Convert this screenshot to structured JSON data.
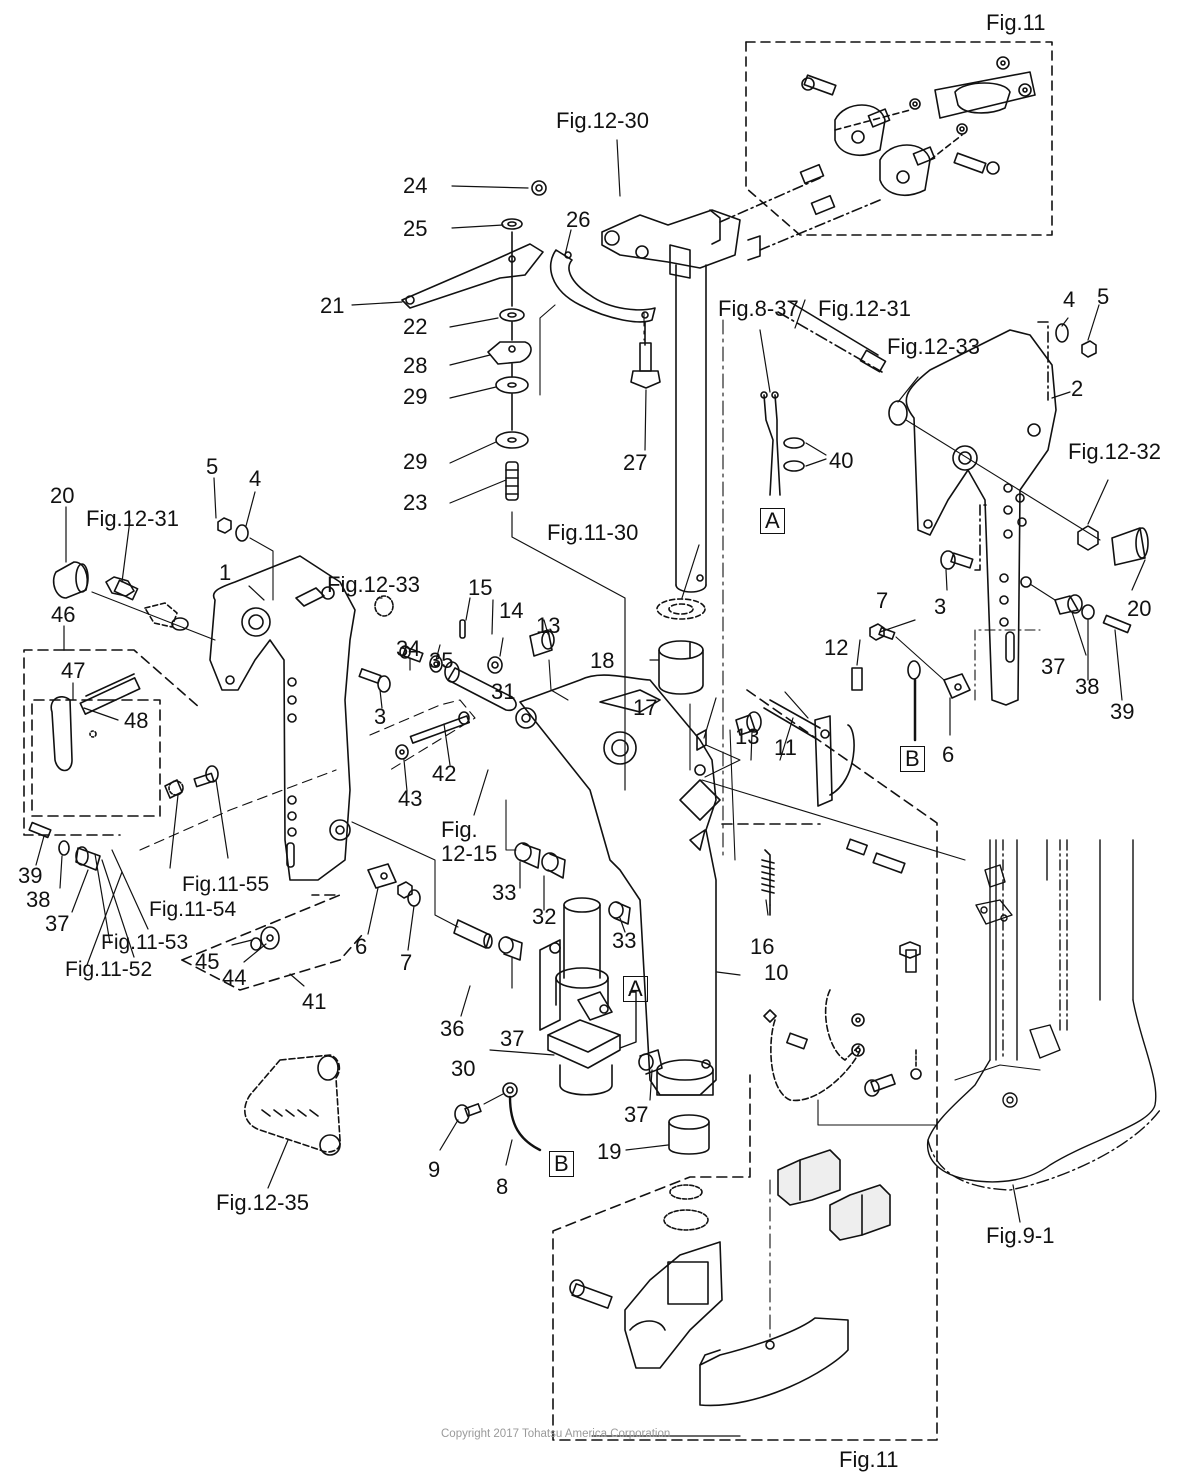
{
  "diagram": {
    "title": "Fig.11",
    "footer_figure": "Fig.11",
    "copyright": "Copyright 2017 Tohatsu America Corporation",
    "part_numbers": [
      "1",
      "2",
      "3",
      "4",
      "5",
      "6",
      "7",
      "8",
      "9",
      "10",
      "11",
      "12",
      "13",
      "14",
      "15",
      "16",
      "17",
      "18",
      "19",
      "20",
      "21",
      "22",
      "23",
      "24",
      "25",
      "26",
      "27",
      "28",
      "29",
      "30",
      "31",
      "32",
      "33",
      "34",
      "35",
      "36",
      "37",
      "38",
      "39",
      "40",
      "41",
      "42",
      "43",
      "44",
      "45",
      "46",
      "47",
      "48"
    ],
    "connector_markers": [
      "A",
      "B"
    ],
    "figure_references": [
      "Fig.11",
      "Fig.12-30",
      "Fig.8-37",
      "Fig.12-31",
      "Fig.12-33",
      "Fig.12-32",
      "Fig.11-30",
      "Fig.12-15",
      "Fig.11-55",
      "Fig.11-54",
      "Fig.11-53",
      "Fig.11-52",
      "Fig.12-35",
      "Fig.9-1"
    ]
  },
  "labels": {
    "fig11_top": "Fig.11",
    "fig12_30": "Fig.12-30",
    "p24": "24",
    "p25": "25",
    "p26": "26",
    "p21": "21",
    "p22": "22",
    "p28": "28",
    "p29a": "29",
    "p29b": "29",
    "p23": "23",
    "p27": "27",
    "fig8_37": "Fig.8-37",
    "fig12_31_r": "Fig.12-31",
    "fig12_33_r": "Fig.12-33",
    "p4_r": "4",
    "p5_r": "5",
    "p2": "2",
    "fig12_32": "Fig.12-32",
    "p40": "40",
    "boxA_top": "A",
    "fig11_30": "Fig.11-30",
    "p20_l": "20",
    "fig12_31_l": "Fig.12-31",
    "p5_l": "5",
    "p4_l": "4",
    "p1": "1",
    "p46": "46",
    "p47": "47",
    "p48": "48",
    "fig12_33_l": "Fig.12-33",
    "p15": "15",
    "p14": "14",
    "p13a": "13",
    "p34": "34",
    "p35": "35",
    "p31": "31",
    "p3_l": "3",
    "p18": "18",
    "p17": "17",
    "p13b": "13",
    "p11": "11",
    "p12": "12",
    "p3_r": "3",
    "p7_r": "7",
    "boxB_r": "B",
    "p6_r": "6",
    "p37_r": "37",
    "p38_r": "38",
    "p39_r": "39",
    "p20_r": "20",
    "p42": "42",
    "p43": "43",
    "fig12_15a": "Fig.",
    "fig12_15b": "12-15",
    "p33a": "33",
    "p32": "32",
    "p33b": "33",
    "p16": "16",
    "p10": "10",
    "p39_l": "39",
    "p38_l": "38",
    "p37_l": "37",
    "fig11_55": "Fig.11-55",
    "fig11_54": "Fig.11-54",
    "fig11_53": "Fig.11-53",
    "fig11_52": "Fig.11-52",
    "p6_l": "6",
    "p7_l": "7",
    "p45": "45",
    "p44": "44",
    "p41": "41",
    "p36": "36",
    "p37_m": "37",
    "boxA_m": "A",
    "p30": "30",
    "p37_b": "37",
    "p19": "19",
    "p9": "9",
    "p8": "8",
    "boxB_m": "B",
    "fig12_35": "Fig.12-35",
    "fig9_1": "Fig.9-1",
    "fig11_bottom": "Fig.11"
  },
  "colors": {
    "ink": "#111111",
    "copyright": "#9a9a9a",
    "background": "#ffffff"
  }
}
